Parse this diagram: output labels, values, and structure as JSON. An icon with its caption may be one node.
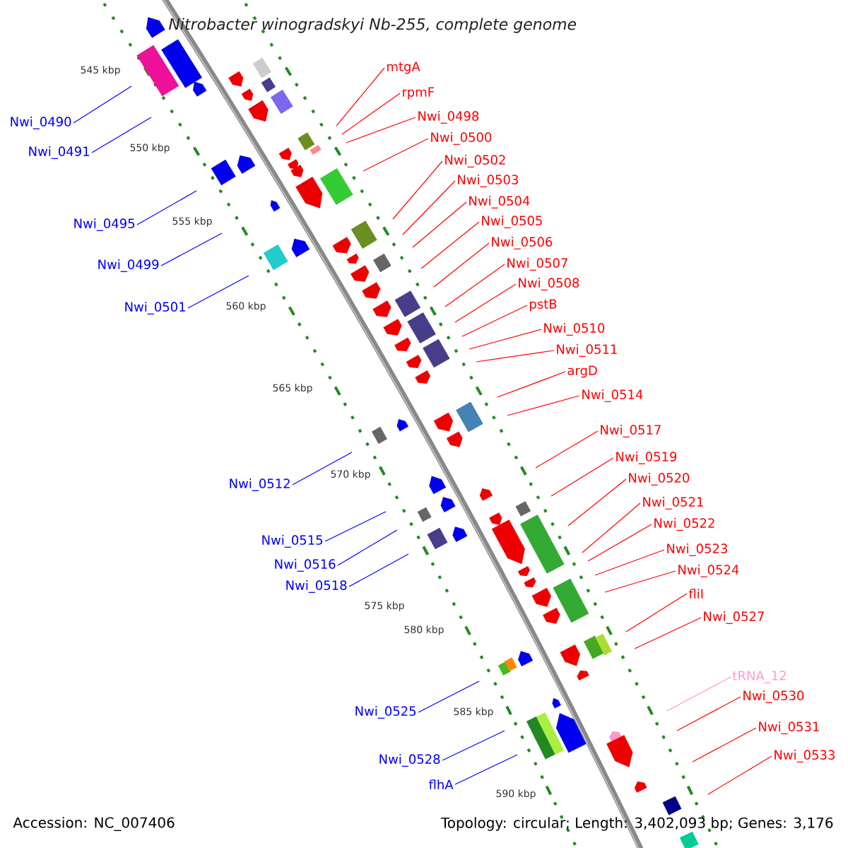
{
  "diagram": {
    "title": "Nitrobacter winogradskyi Nb-255, complete genome",
    "nodes": [
      {
        "text": [
          "Nwi_0490"
        ]
      },
      {
        "text": [
          "Nwi_0491"
        ]
      },
      {
        "text": [
          "Nwi_0495"
        ]
      },
      {
        "text": [
          "Nwi_0499"
        ]
      },
      {
        "text": [
          "Nwi_0501"
        ]
      },
      {
        "text": [
          "Nwi_0512"
        ]
      },
      {
        "text": [
          "Nwi_0515"
        ]
      },
      {
        "text": [
          "Nwi_0516"
        ]
      },
      {
        "text": [
          "Nwi_0518"
        ]
      },
      {
        "text": [
          "Nwi_0525"
        ]
      },
      {
        "text": [
          "Nwi_0528"
        ]
      },
      {
        "text": [
          "flhA"
        ]
      },
      {
        "text": [
          "mtgA"
        ]
      },
      {
        "text": [
          "rpmF"
        ]
      },
      {
        "text": [
          "Nwi_0498"
        ]
      },
      {
        "text": [
          "Nwi_0500"
        ]
      },
      {
        "text": [
          "Nwi_0502"
        ]
      },
      {
        "text": [
          "Nwi_0503"
        ]
      },
      {
        "text": [
          "Nwi_0504"
        ]
      },
      {
        "text": [
          "Nwi_0505"
        ]
      },
      {
        "text": [
          "Nwi_0506"
        ]
      },
      {
        "text": [
          "Nwi_0507"
        ]
      },
      {
        "text": [
          "Nwi_0508"
        ]
      },
      {
        "text": [
          "pstB"
        ]
      },
      {
        "text": [
          "Nwi_0510"
        ]
      },
      {
        "text": [
          "Nwi_0511"
        ]
      },
      {
        "text": [
          "argD"
        ]
      },
      {
        "text": [
          "Nwi_0514"
        ]
      },
      {
        "text": [
          "Nwi_0517"
        ]
      },
      {
        "text": [
          "Nwi_0519"
        ]
      },
      {
        "text": [
          "Nwi_0520"
        ]
      },
      {
        "text": [
          "Nwi_0521"
        ]
      },
      {
        "text": [
          "Nwi_0522"
        ]
      },
      {
        "text": [
          "Nwi_0523"
        ]
      },
      {
        "text": [
          "Nwi_0524"
        ]
      },
      {
        "text": [
          "fliI"
        ]
      },
      {
        "text": [
          "Nwi_0527"
        ]
      },
      {
        "text": [
          "tRNA_12"
        ]
      },
      {
        "text": [
          "Nwi_0530"
        ]
      },
      {
        "text": [
          "Nwi_0531"
        ]
      },
      {
        "text": [
          "Nwi_0533"
        ]
      }
    ],
    "edges": [
      {
        "from": 0,
        "to": null,
        "arrow": "none",
        "color": "#0000ff"
      },
      {
        "from": 1,
        "to": null,
        "arrow": "none",
        "color": "#0000ff"
      },
      {
        "from": 2,
        "to": null,
        "arrow": "none",
        "color": "#0000ff"
      },
      {
        "from": 3,
        "to": null,
        "arrow": "none",
        "color": "#0000ff"
      },
      {
        "from": 4,
        "to": null,
        "arrow": "none",
        "color": "#0000ff"
      },
      {
        "from": 5,
        "to": null,
        "arrow": "none",
        "color": "#0000ff"
      },
      {
        "from": 6,
        "to": null,
        "arrow": "none",
        "color": "#0000ff"
      },
      {
        "from": 7,
        "to": null,
        "arrow": "none",
        "color": "#0000ff"
      },
      {
        "from": 8,
        "to": null,
        "arrow": "none",
        "color": "#0000ff"
      },
      {
        "from": 9,
        "to": null,
        "arrow": "none",
        "color": "#0000ff"
      },
      {
        "from": 10,
        "to": null,
        "arrow": "none",
        "color": "#0000ff"
      },
      {
        "from": 11,
        "to": null,
        "arrow": "none",
        "color": "#0000ff"
      },
      {
        "from": 12,
        "to": null,
        "arrow": "none"
      },
      {
        "from": 13,
        "to": null,
        "arrow": "none"
      },
      {
        "from": 14,
        "to": null,
        "arrow": "none"
      },
      {
        "from": 15,
        "to": null,
        "arrow": "none"
      },
      {
        "from": 16,
        "to": null,
        "arrow": "none"
      },
      {
        "from": 17,
        "to": null,
        "arrow": "none"
      },
      {
        "from": 18,
        "to": null,
        "arrow": "none"
      },
      {
        "from": 19,
        "to": null,
        "arrow": "none"
      },
      {
        "from": 20,
        "to": null,
        "arrow": "none"
      },
      {
        "from": 21,
        "to": null,
        "arrow": "none"
      },
      {
        "from": 22,
        "to": null,
        "arrow": "none"
      },
      {
        "from": 23,
        "to": null,
        "arrow": "none"
      },
      {
        "from": 24,
        "to": null,
        "arrow": "none"
      },
      {
        "from": 25,
        "to": null,
        "arrow": "none"
      },
      {
        "from": 26,
        "to": null,
        "arrow": "none"
      },
      {
        "from": 27,
        "to": null,
        "arrow": "none"
      },
      {
        "from": 28,
        "to": null,
        "arrow": "none"
      },
      {
        "from": 29,
        "to": null,
        "arrow": "none"
      },
      {
        "from": 30,
        "to": null,
        "arrow": "none"
      },
      {
        "from": 31,
        "to": null,
        "arrow": "none"
      },
      {
        "from": 32,
        "to": null,
        "arrow": "none"
      },
      {
        "from": 33,
        "to": null,
        "arrow": "none"
      },
      {
        "from": 34,
        "to": null,
        "arrow": "none"
      },
      {
        "from": 35,
        "to": null,
        "arrow": "none"
      },
      {
        "from": 36,
        "to": null,
        "arrow": "none"
      },
      {
        "from": 37,
        "to": null,
        "arrow": "none",
        "color": "#ff99cc"
      },
      {
        "from": 38,
        "to": null,
        "arrow": "none"
      },
      {
        "from": 39,
        "to": null,
        "arrow": "none"
      },
      {
        "from": 40,
        "to": null,
        "arrow": "none"
      }
    ],
    "labels": [
      "545 kbp",
      "550 kbp",
      "555 kbp",
      "560 kbp",
      "565 kbp",
      "570 kbp",
      "575 kbp",
      "580 kbp",
      "585 kbp",
      "590 kbp",
      "Accession: NC_007406",
      "Topology: circular; Length: 3,402,093 bp; Genes: 3,176"
    ]
  }
}
